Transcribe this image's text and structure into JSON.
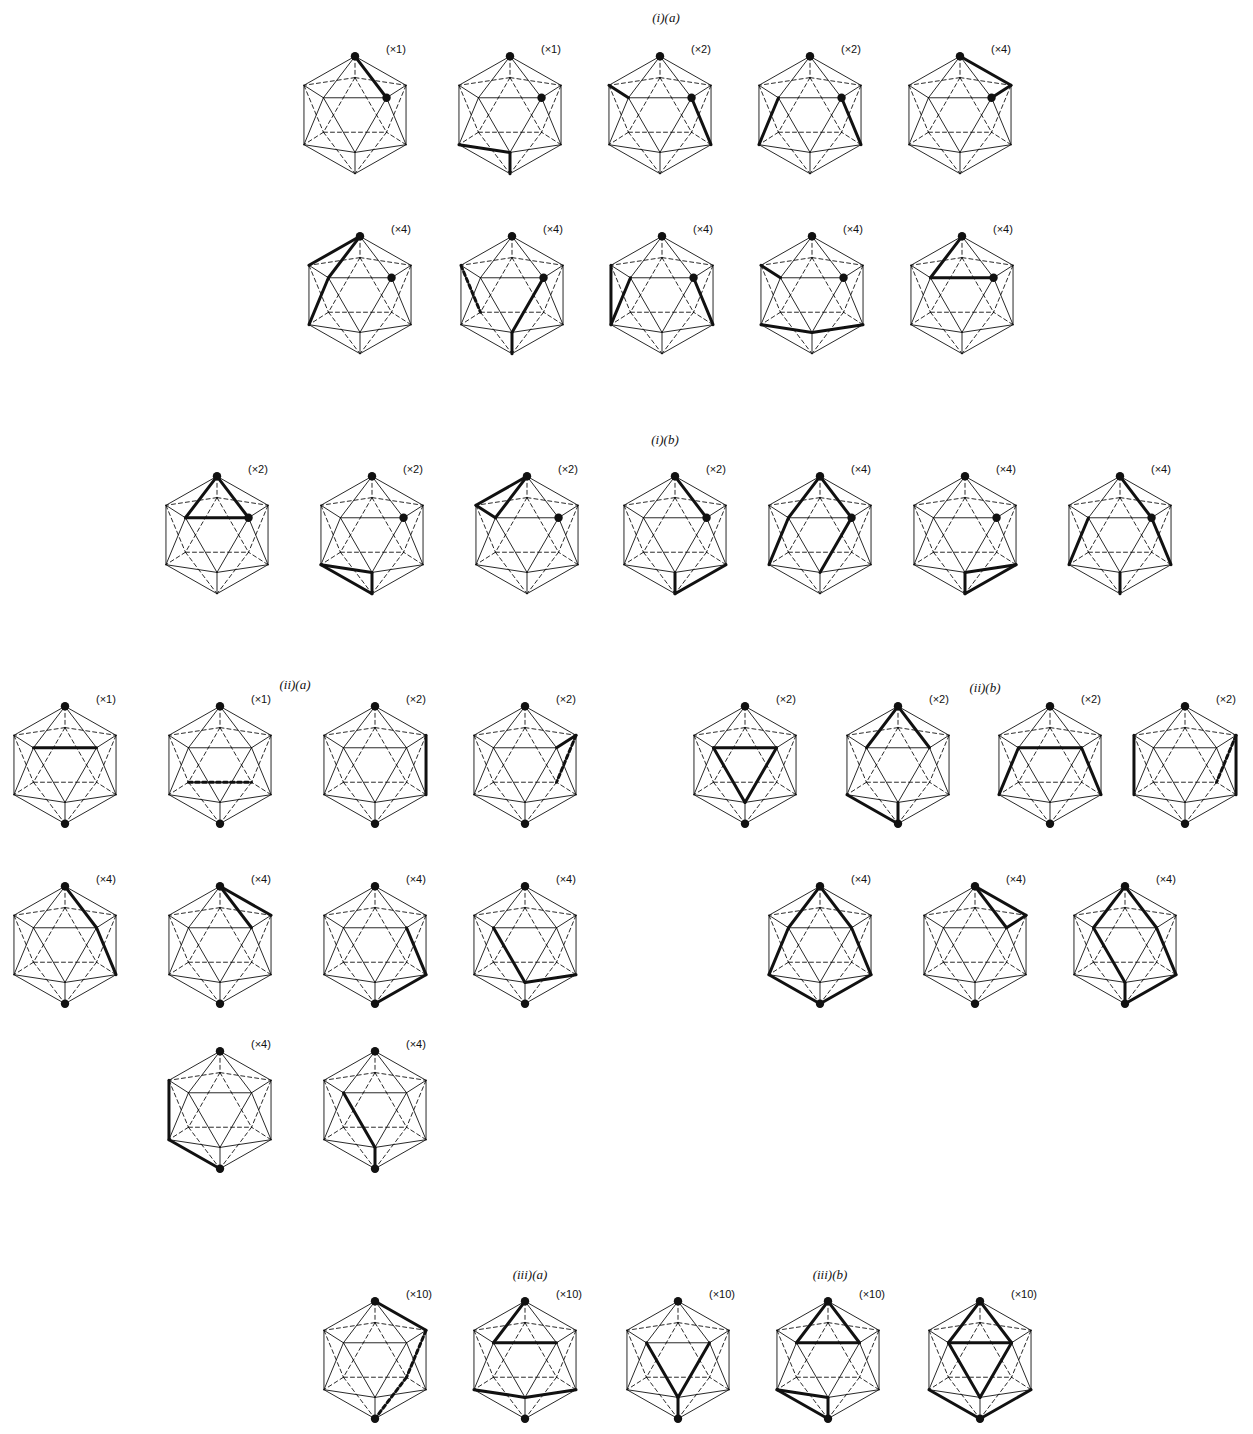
{
  "diagram": {
    "labels": [
      "(i)(a)",
      "(×1)",
      "(×1)",
      "(×2)",
      "(×2)",
      "(×4)",
      "(×4)",
      "(×4)",
      "(×4)",
      "(×4)",
      "(×4)",
      "(i)(b)",
      "(×2)",
      "(×2)",
      "(×2)",
      "(×2)",
      "(×4)",
      "(×4)",
      "(×4)",
      "(ii)(a)",
      "(×1)",
      "(×1)",
      "(×2)",
      "(×2)",
      "(×4)",
      "(×4)",
      "(×4)",
      "(×4)",
      "(×4)",
      "(×4)",
      "(ii)(b)",
      "(×2)",
      "(×2)",
      "(×2)",
      "(×2)",
      "(×4)",
      "(×4)",
      "(×4)",
      "(iii)(a)",
      "(iii)(b)",
      "(×10)",
      "(×10)",
      "(×10)",
      "(×10)",
      "(×10)"
    ]
  }
}
